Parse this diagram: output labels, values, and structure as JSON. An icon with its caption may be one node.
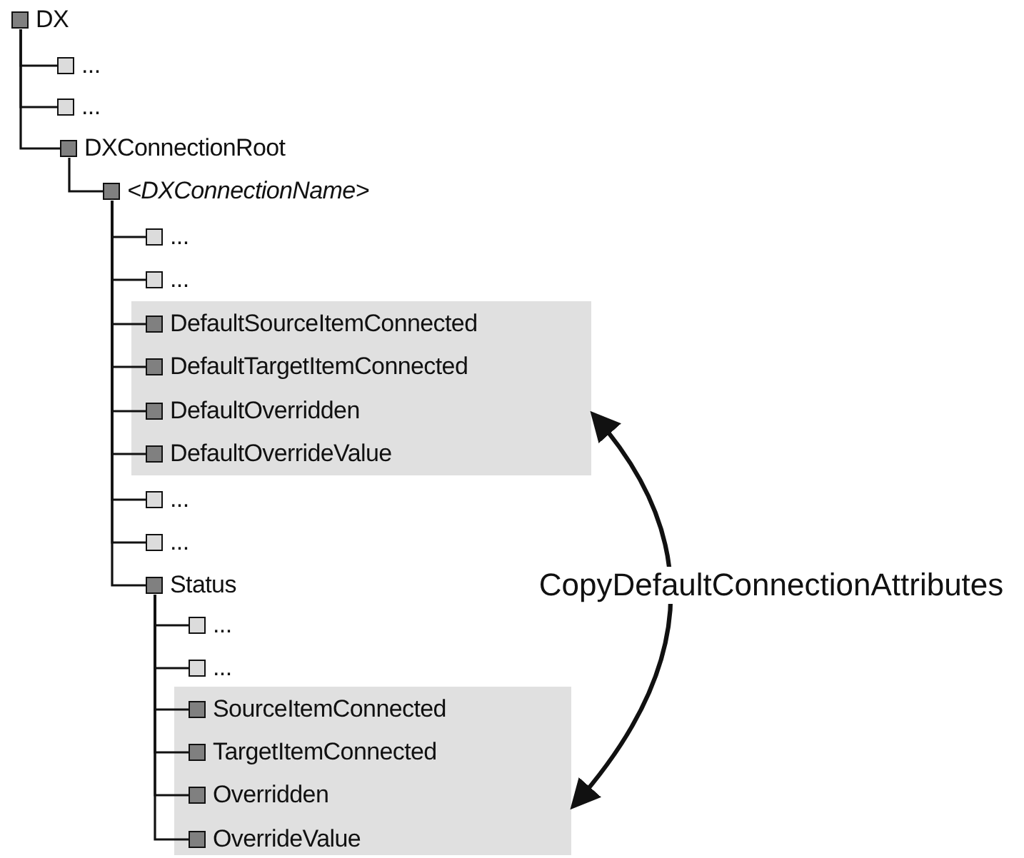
{
  "diagram": {
    "nodes": [
      {
        "text": [
          "DX"
        ]
      },
      {
        "text": [
          "..."
        ]
      },
      {
        "text": [
          "..."
        ]
      },
      {
        "text": [
          "DXConnectionRoot"
        ]
      },
      {
        "text": [
          "<DXConnectionName>"
        ]
      },
      {
        "text": [
          "..."
        ]
      },
      {
        "text": [
          "..."
        ]
      },
      {
        "text": [],
        "shape": "box"
      },
      {
        "text": [
          "DefaultSourceItemConnected"
        ],
        "in": 7
      },
      {
        "text": [
          "DefaultTargetItemConnected"
        ],
        "in": 7
      },
      {
        "text": [
          "DefaultOverridden"
        ],
        "in": 7
      },
      {
        "text": [
          "DefaultOverrideValue"
        ],
        "in": 7
      },
      {
        "text": [
          "..."
        ]
      },
      {
        "text": [
          "..."
        ]
      },
      {
        "text": [
          "Status"
        ]
      },
      {
        "text": [
          "..."
        ]
      },
      {
        "text": [
          "..."
        ]
      },
      {
        "text": [],
        "shape": "box"
      },
      {
        "text": [
          "SourceItemConnected"
        ],
        "in": 17
      },
      {
        "text": [
          "TargetItemConnected"
        ],
        "in": 17
      },
      {
        "text": [
          "Overridden"
        ],
        "in": 17
      },
      {
        "text": [
          "OverrideValue"
        ],
        "in": 17
      }
    ],
    "edges": [
      {
        "from": 0,
        "to": 1,
        "arrow": "none"
      },
      {
        "from": 0,
        "to": 2,
        "arrow": "none"
      },
      {
        "from": 0,
        "to": 3,
        "arrow": "none"
      },
      {
        "from": 3,
        "to": 4,
        "arrow": "none"
      },
      {
        "from": 4,
        "to": 5,
        "arrow": "none"
      },
      {
        "from": 4,
        "to": 6,
        "arrow": "none"
      },
      {
        "from": 4,
        "to": 8,
        "arrow": "none"
      },
      {
        "from": 4,
        "to": 9,
        "arrow": "none"
      },
      {
        "from": 4,
        "to": 10,
        "arrow": "none"
      },
      {
        "from": 4,
        "to": 11,
        "arrow": "none"
      },
      {
        "from": 4,
        "to": 12,
        "arrow": "none"
      },
      {
        "from": 4,
        "to": 13,
        "arrow": "none"
      },
      {
        "from": 4,
        "to": 14,
        "arrow": "none"
      },
      {
        "from": 14,
        "to": 15,
        "arrow": "none"
      },
      {
        "from": 14,
        "to": 16,
        "arrow": "none"
      },
      {
        "from": 14,
        "to": 18,
        "arrow": "none"
      },
      {
        "from": 14,
        "to": 19,
        "arrow": "none"
      },
      {
        "from": 14,
        "to": 20,
        "arrow": "none"
      },
      {
        "from": 14,
        "to": 21,
        "arrow": "none"
      },
      {
        "from": 7,
        "to": 17,
        "arrow": "both",
        "label": "CopyDefaultConnectionAttributes"
      }
    ]
  }
}
